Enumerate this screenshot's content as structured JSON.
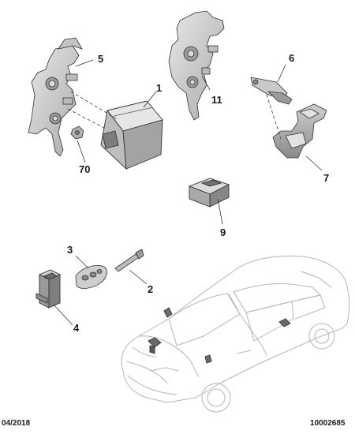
{
  "callouts": {
    "n1": "1",
    "n2": "2",
    "n3": "3",
    "n4": "4",
    "n5": "5",
    "n6": "6",
    "n7": "7",
    "n9": "9",
    "n11": "11",
    "n70": "70"
  },
  "footer": {
    "date": "04/2018",
    "ref": "10002685"
  },
  "colors": {
    "part_fill": "#d4d4d4",
    "part_dark": "#8e8e8e",
    "outline": "#333333",
    "car_line": "#b5b5b5"
  }
}
